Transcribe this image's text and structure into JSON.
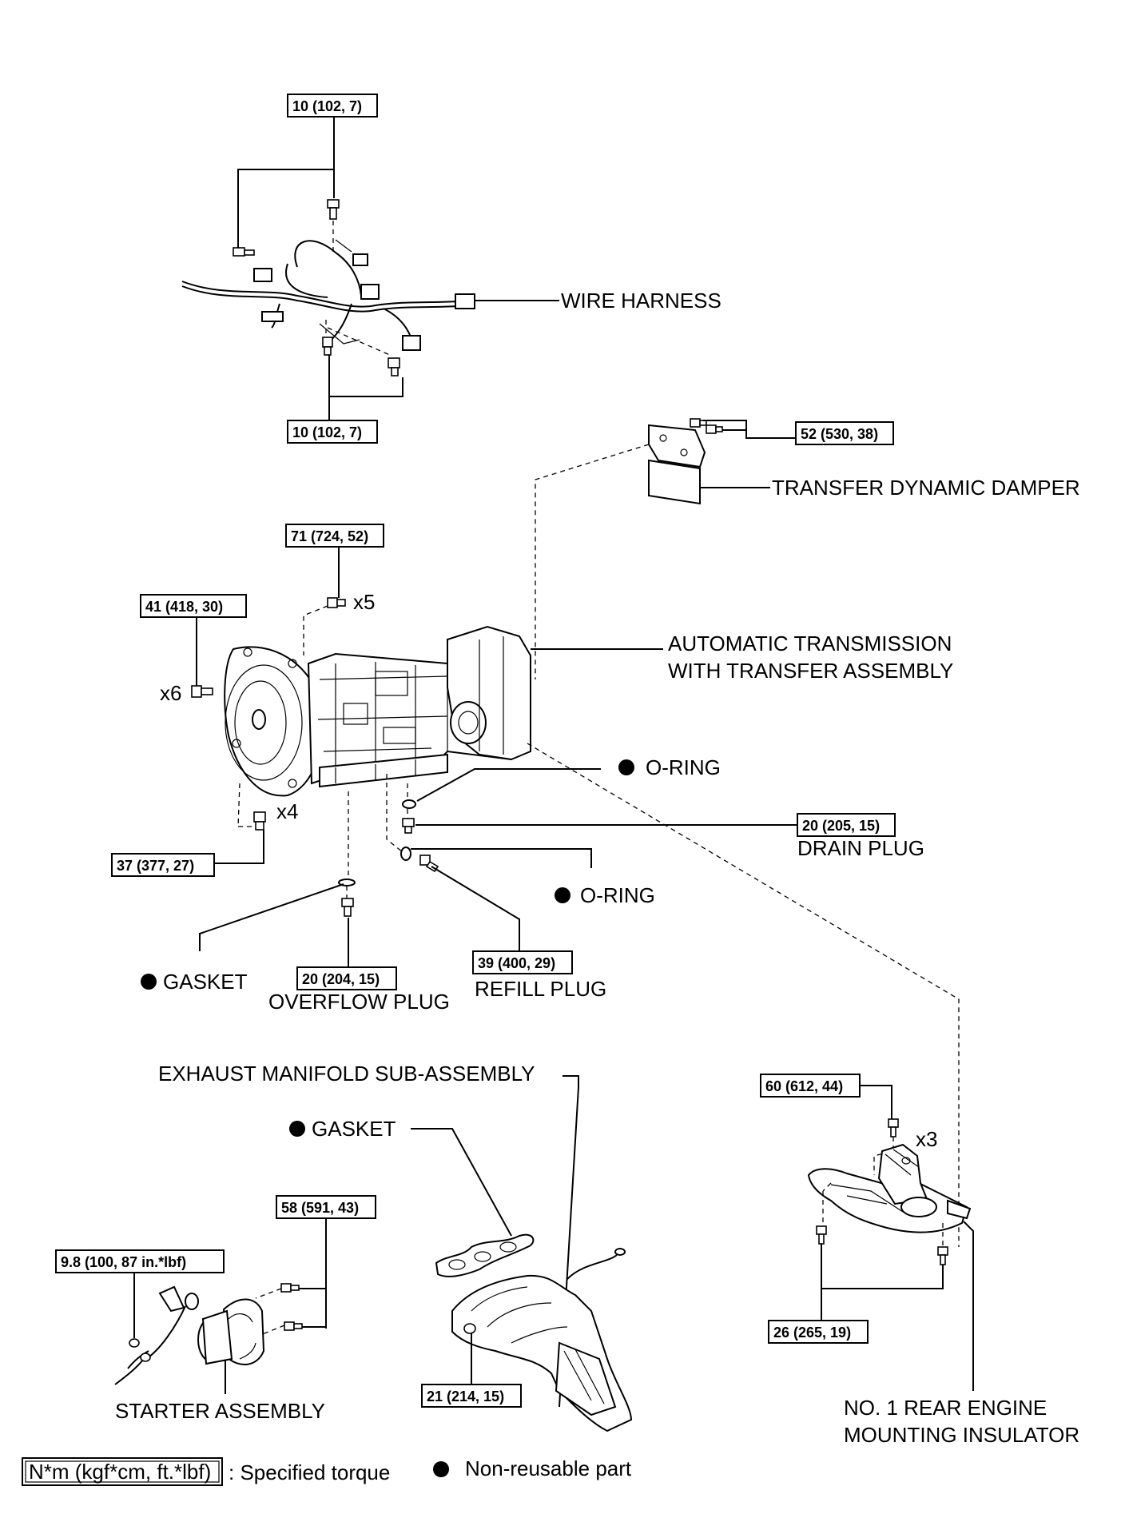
{
  "labels": {
    "wire_harness": "WIRE HARNESS",
    "transfer_dynamic_damper": "TRANSFER DYNAMIC DAMPER",
    "automatic_transmission_1": "AUTOMATIC TRANSMISSION",
    "automatic_transmission_2": "WITH TRANSFER ASSEMBLY",
    "o_ring_upper": "O-RING",
    "o_ring_lower": "O-RING",
    "drain_plug": "DRAIN PLUG",
    "gasket_plug": "GASKET",
    "overflow_plug": "OVERFLOW PLUG",
    "refill_plug": "REFILL PLUG",
    "exhaust_manifold": "EXHAUST MANIFOLD SUB-ASSEMBLY",
    "gasket_exhaust": "GASKET",
    "starter_assembly": "STARTER ASSEMBLY",
    "rear_insulator_1": "NO. 1 REAR ENGINE",
    "rear_insulator_2": "MOUNTING INSULATOR"
  },
  "quantities": {
    "x5": "x5",
    "x6": "x6",
    "x4": "x4",
    "x3": "x3"
  },
  "torques": {
    "harness_top": "10 (102, 7)",
    "harness_bottom": "10 (102, 7)",
    "damper": "52 (530, 38)",
    "trans_top": "71 (724, 52)",
    "trans_left": "41 (418, 30)",
    "trans_lower": "37 (377, 27)",
    "drain_plug": "20 (205, 15)",
    "overflow_plug": "20 (204, 15)",
    "refill_plug": "39 (400, 29)",
    "starter_upper": "58 (591, 43)",
    "starter_terminal": "9.8 (100, 87 in.*lbf)",
    "exhaust": "21 (214, 15)",
    "insulator_top": "60 (612, 44)",
    "insulator_bottom": "26 (265, 19)"
  },
  "legend": {
    "unit_box": "N*m (kgf*cm, ft.*lbf)",
    "unit_text": ": Specified torque",
    "nonreusable_text": "Non-reusable part"
  }
}
